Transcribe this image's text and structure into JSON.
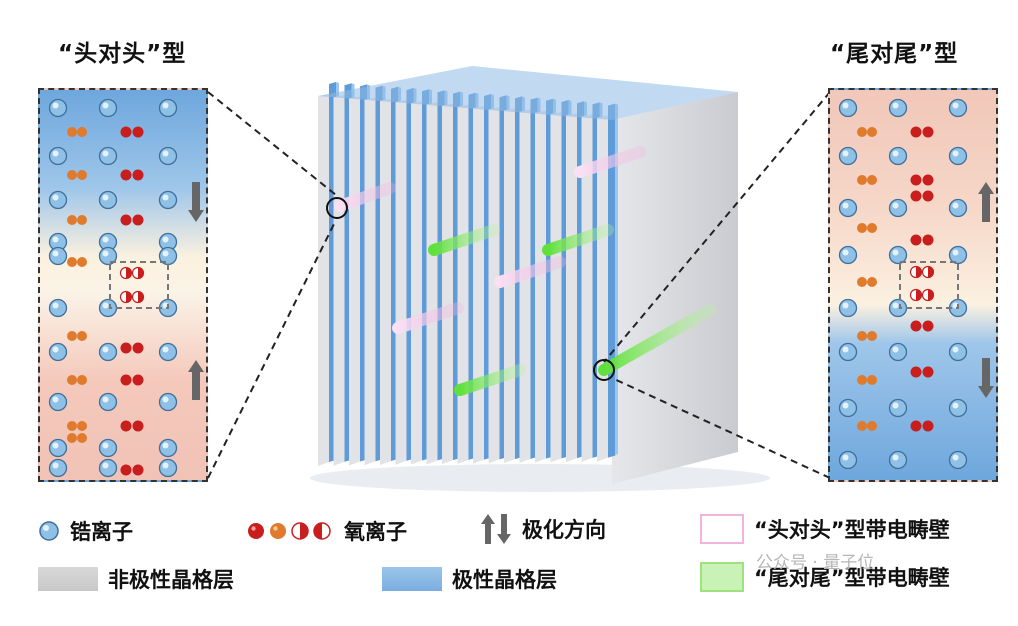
{
  "titles": {
    "left": "“头对头”型",
    "right": "“尾对尾”型"
  },
  "legend": {
    "zr": "锆离子",
    "oxygen": "氧离子",
    "polar_dir": "极化方向",
    "h2h_wall": "“头对头”型带电畴壁",
    "nonpolar": "非极性晶格层",
    "polar": "极性晶格层",
    "t2t_wall": "“尾对尾”型带电畴壁"
  },
  "watermark": "公众号 · 量子位",
  "colors": {
    "polar_blue": "#6fa6dc",
    "nonpolar_gray": "#d4d4d4",
    "zr_ion": "#8fc0e6",
    "oxygen_red": "#c81e1e",
    "oxygen_orange": "#e07a2c",
    "h2h_pink": "#f2b4df",
    "t2t_green": "#7de05a",
    "arrow_gray": "#666666"
  },
  "icons": [
    "zr-ion-icon",
    "oxygen-ion-icon",
    "polarization-arrows-icon"
  ]
}
